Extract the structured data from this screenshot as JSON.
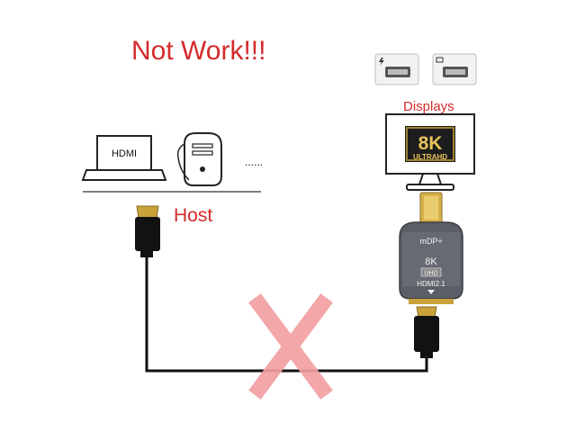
{
  "headline": "Not Work!!!",
  "host_label": "Host",
  "displays_label": "Displays",
  "laptop_screen_text": "HDMI",
  "ellipsis": "......",
  "monitor_badge": {
    "big": "8K",
    "small": "ULTRAHD"
  },
  "adapter": {
    "top_text": "mDP+",
    "mid_text": "8K",
    "tag_text": "UHD",
    "bottom_text": "HDMI2.1"
  },
  "colors": {
    "accent_red": "#d42a2a",
    "cross": "#f2a0a2",
    "cable": "#111111",
    "gold": "#c9a23a",
    "adapter_body": "#5b5e66"
  },
  "icons": [
    "thunderbolt-port-icon",
    "mini-displayport-icon",
    "laptop-icon",
    "desktop-tower-icon",
    "monitor-icon",
    "hdmi-plug-icon",
    "adapter-icon",
    "cross-icon"
  ]
}
